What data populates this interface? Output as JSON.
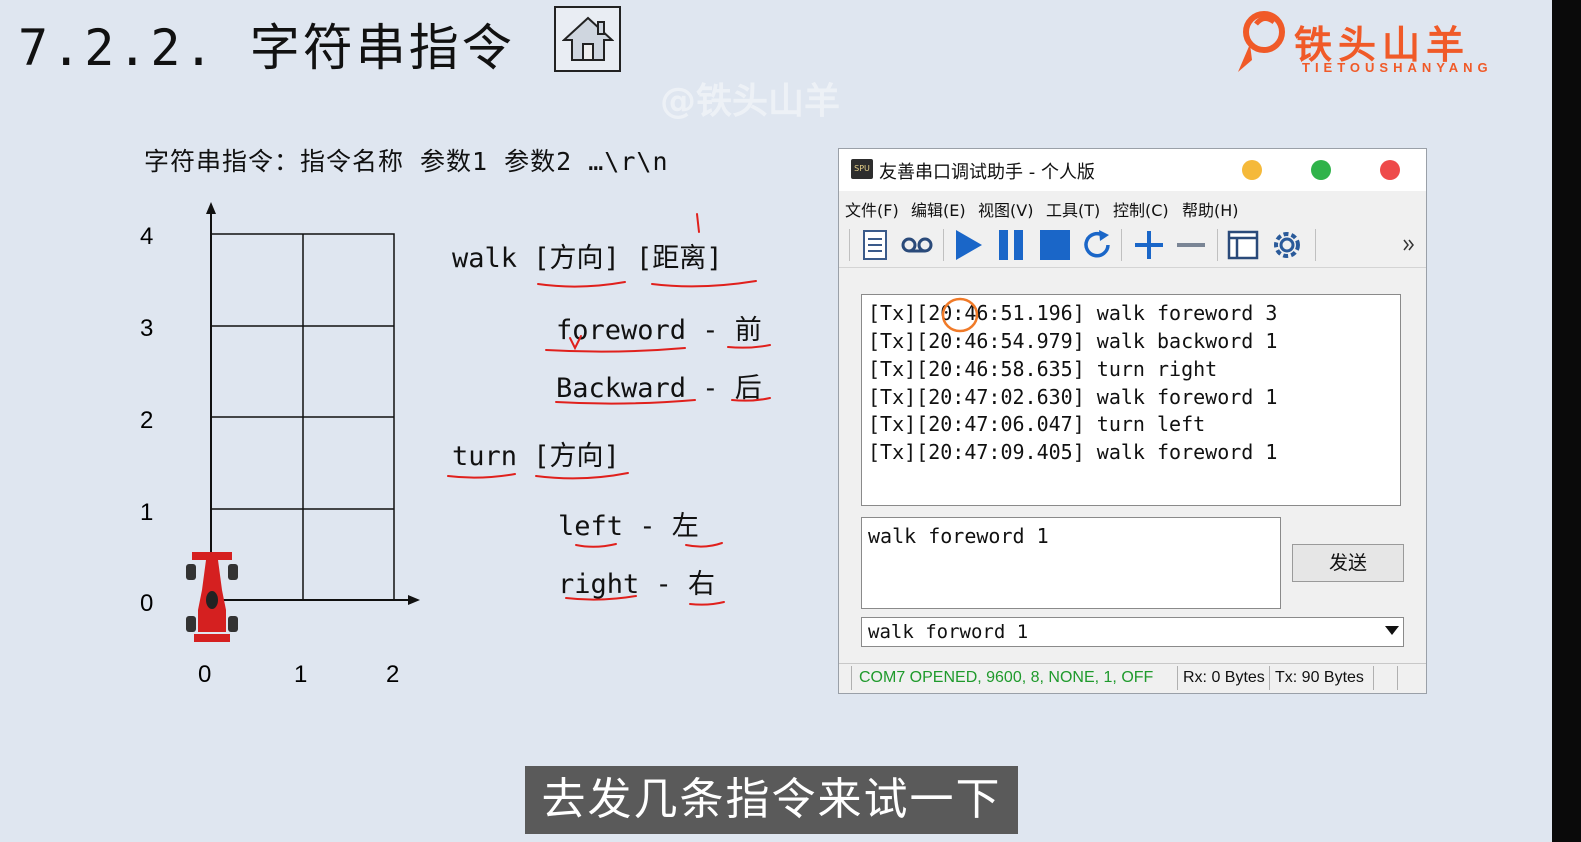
{
  "slide": {
    "title": "7.2.2. 字符串指令",
    "syntax": "字符串指令：指令名称 参数1 参数2 …\\r\\n",
    "logo": {
      "text": "铁头山羊",
      "subtitle": "TIETOUSHANYANG"
    },
    "watermark": "@铁头山羊",
    "grid": {
      "y_labels": [
        "4",
        "3",
        "2",
        "1",
        "0"
      ],
      "x_labels": [
        "0",
        "1",
        "2"
      ]
    },
    "commands": {
      "walk": "walk [方向] [距离]",
      "foreword": "foreword - 前",
      "backward": "Backward - 后",
      "turn": "turn [方向]",
      "left": "left  - 左",
      "right": "right - 右"
    },
    "subtitle": "去发几条指令来试一下"
  },
  "window": {
    "title": "友善串口调试助手 - 个人版",
    "app_icon_text": "SPU",
    "traffic_colors": [
      "#f5b93a",
      "#2fb34a",
      "#ee4a4a"
    ],
    "menu": [
      "文件(F)",
      "编辑(E)",
      "视图(V)",
      "工具(T)",
      "控制(C)",
      "帮助(H)"
    ],
    "toolbar_icons": [
      "document-icon",
      "record-icon",
      "play-icon",
      "pause-icon",
      "stop-icon",
      "refresh-icon",
      "plus-icon",
      "minus-icon",
      "window-icon",
      "gear-icon"
    ],
    "log": [
      "[Tx][20:46:51.196] walk foreword 3",
      "[Tx][20:46:54.979] walk backword 1",
      "[Tx][20:46:58.635] turn right",
      "[Tx][20:47:02.630] walk foreword 1",
      "[Tx][20:47:06.047] turn left",
      "[Tx][20:47:09.405] walk foreword 1"
    ],
    "send_text": "walk foreword 1",
    "send_button": "发送",
    "history_value": "walk forword 1",
    "status": {
      "port": "COM7 OPENED, 9600, 8, NONE, 1, OFF",
      "rx": "Rx: 0 Bytes",
      "tx": "Tx: 90 Bytes"
    }
  }
}
